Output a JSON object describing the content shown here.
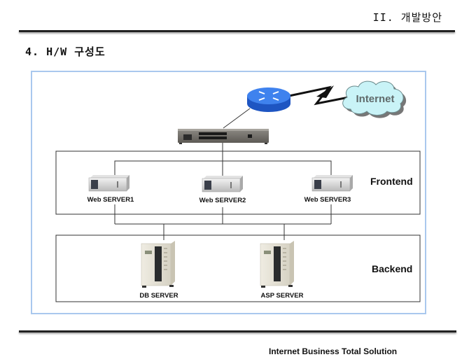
{
  "header": {
    "section_title": "II. 개발방안",
    "subtitle": "4. H/W 구성도"
  },
  "diagram": {
    "internet_label": "Internet",
    "zones": {
      "frontend": "Frontend",
      "backend": "Backend"
    },
    "frontend_servers": [
      {
        "name": "Web SERVER1"
      },
      {
        "name": "Web SERVER2"
      },
      {
        "name": "Web SERVER3"
      }
    ],
    "backend_servers": [
      {
        "name": "DB SERVER"
      },
      {
        "name": "ASP SERVER"
      }
    ],
    "icons": {
      "router": "router-icon",
      "switch": "network-switch-icon",
      "cloud": "internet-cloud-icon",
      "rack_server": "rack-server-icon",
      "tower_server": "tower-server-icon",
      "link": "wan-lightning-link-icon"
    },
    "colors": {
      "frame_border": "#a9c8ee",
      "router_blue": "#2f6fe0",
      "cloud_fill": "#c9f3f7",
      "line": "#333333"
    }
  },
  "footer": {
    "text": "Internet Business Total Solution"
  }
}
